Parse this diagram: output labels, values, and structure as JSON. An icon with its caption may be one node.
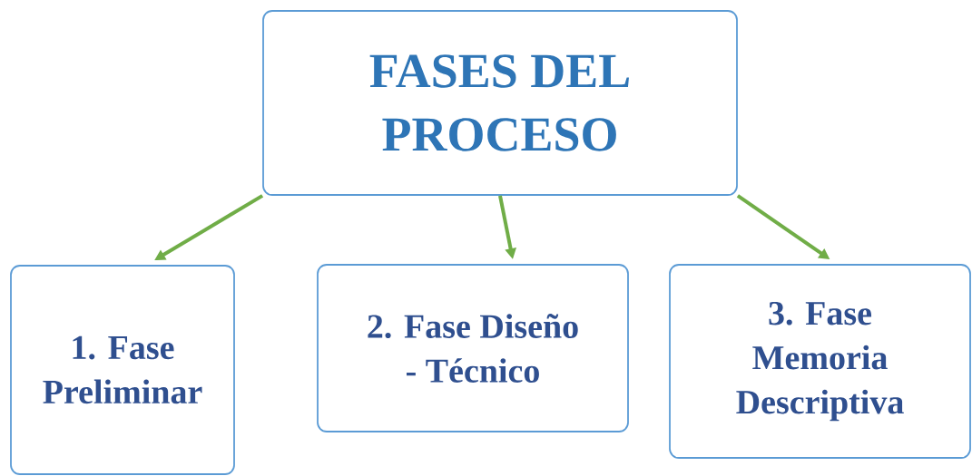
{
  "diagram": {
    "nodes": [
      {
        "text": [
          "FASES DEL PROCESO"
        ]
      },
      {
        "text": [
          "1. Fase Preliminar"
        ]
      },
      {
        "text": [
          "2. Fase Diseño - Técnico"
        ]
      },
      {
        "text": [
          "3. Fase Memoria Descriptiva"
        ]
      }
    ],
    "edges": [
      {
        "from": 0,
        "to": 1,
        "arrow": "to"
      },
      {
        "from": 0,
        "to": 2,
        "arrow": "to"
      },
      {
        "from": 0,
        "to": 3,
        "arrow": "to"
      }
    ]
  }
}
